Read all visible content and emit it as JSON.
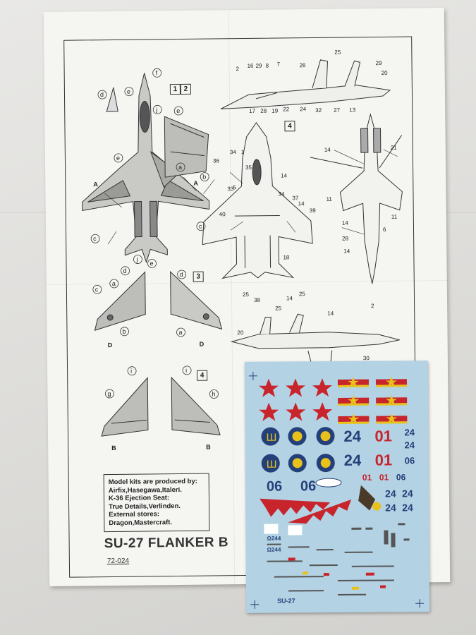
{
  "credits": {
    "lines": [
      "Model kits are produced by:",
      "Airfix,Hasegawa,Italeri.",
      "K-36 Ejection Seat:",
      "True Details,Verlinden.",
      "External stores:",
      "Dragon,Mastercraft."
    ]
  },
  "title": "SU-27 FLANKER B",
  "code": "72-024",
  "steps": {
    "s1": "1",
    "s2": "2",
    "s3": "3",
    "s4": "4"
  },
  "decal": {
    "row1": [
      "24",
      "01",
      "24"
    ],
    "row1b": [
      "24"
    ],
    "row2": [
      "24",
      "01",
      "06"
    ],
    "row3": [
      "06",
      "06"
    ],
    "row3b": [
      "01",
      "01",
      "06"
    ],
    "row4": [
      "24",
      "24"
    ],
    "row4b": [
      "24",
      "24"
    ],
    "serials": [
      "Ω244",
      "Ω244"
    ],
    "footer": "SU-27"
  },
  "colors": {
    "decal_bg": "#b3d2e3",
    "red": "#c8242c",
    "blue": "#24407a",
    "yellow": "#e8c21a"
  }
}
